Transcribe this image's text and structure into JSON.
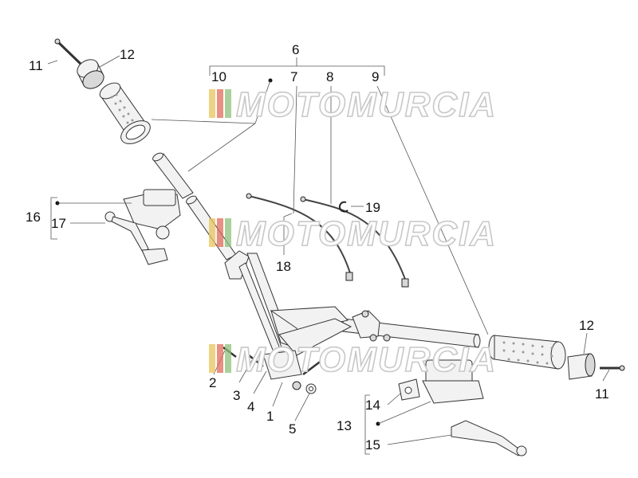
{
  "watermark": {
    "text": "MOTOMURCIA",
    "colors": [
      "#e8c45a",
      "#e36a5a",
      "#8ec27a"
    ]
  },
  "callouts": {
    "c1": "1",
    "c2": "2",
    "c3": "3",
    "c4": "4",
    "c5": "5",
    "c6": "6",
    "c7": "7",
    "c8": "8",
    "c9": "9",
    "c10": "10",
    "c11_left": "11",
    "c11_right": "11",
    "c12_left": "12",
    "c12_right": "12",
    "c13": "13",
    "c14": "14",
    "c15": "15",
    "c16": "16",
    "c17": "17",
    "c18": "18",
    "c19": "19"
  }
}
